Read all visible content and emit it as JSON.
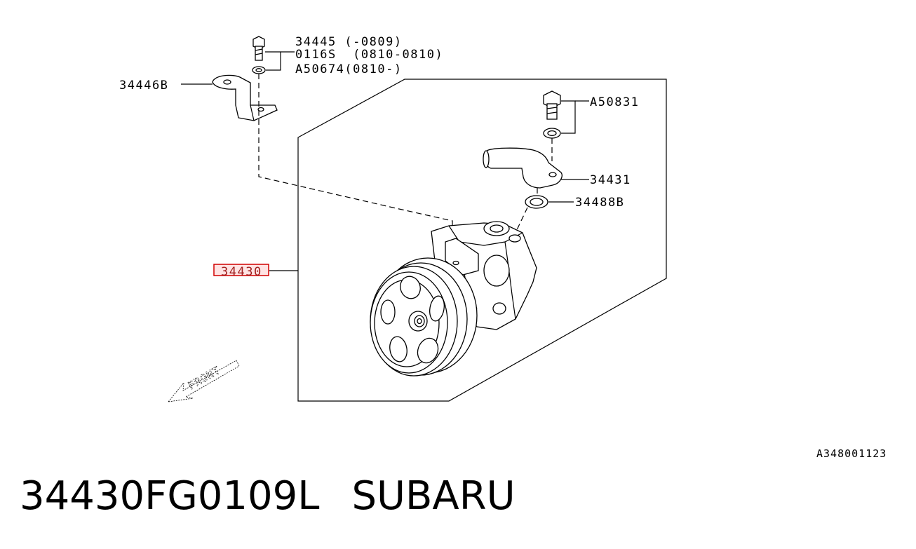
{
  "diagram_id": "A348001123",
  "callouts": {
    "bolt_top": "34445 (-0809)",
    "bolt_mid": "0116S  (0810-0810)",
    "washer": "A50674(0810-)",
    "bracket": "34446B",
    "union_bolt": "A50831",
    "fitting": "34431",
    "gasket": "34488B",
    "pump": "34430"
  },
  "front_indicator": "FRONT",
  "footer": {
    "part_number": "34430FG0109L",
    "brand": "SUBARU"
  },
  "colors": {
    "highlight_border": "#d10000",
    "highlight_fill": "#ffe3e3"
  }
}
